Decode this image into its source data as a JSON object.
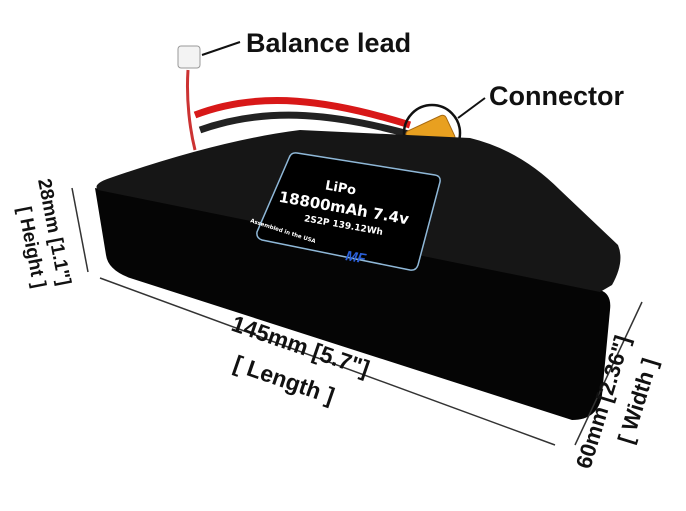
{
  "callouts": {
    "balance_lead": "Balance lead",
    "connector": "Connector"
  },
  "dimensions": {
    "height_value": "28mm [1.1\"]",
    "height_label": "[ Height ]",
    "length_value": "145mm [5.7\"]",
    "length_label": "[ Length ]",
    "width_value": "60mm [2.36\"]",
    "width_label": "[ Width ]"
  },
  "battery_label": {
    "chemistry": "LiPo",
    "capacity_voltage": "18800mAh 7.4v",
    "config": "2S2P 139.12Wh",
    "assembled": "Assembled in the USA",
    "logo_text": "MF"
  },
  "colors": {
    "battery": "#0b0b0b",
    "label_border": "#8fb8d8",
    "lead_red": "#d81818",
    "connector": "#e8a020",
    "logo_blue": "#2a5fd8"
  }
}
